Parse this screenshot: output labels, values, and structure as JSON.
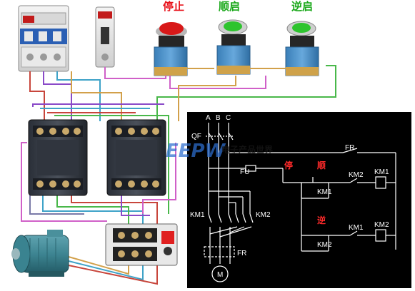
{
  "buttons": [
    {
      "label": "停止",
      "color": "#e8141c",
      "cap": "#d81818"
    },
    {
      "label": "顺启",
      "color": "#19a819",
      "cap": "#2ec42e"
    },
    {
      "label": "逆启",
      "color": "#19a819",
      "cap": "#2ec42e"
    }
  ],
  "schematic": {
    "phases": [
      "A",
      "B",
      "C"
    ],
    "breaker": "QF",
    "fuse": "FU",
    "overload": "FR",
    "contactor_fwd": "KM1",
    "contactor_rev": "KM2",
    "motor": "M",
    "stop_label": "停",
    "fwd_label": "顺",
    "rev_label": "逆",
    "coil_km1": "KM1",
    "coil_km2": "KM2",
    "interlock_km1": "KM1",
    "interlock_km2": "KM2",
    "seal_km1": "KM1",
    "seal_km2": "KM2",
    "left_km1": "KM1",
    "right_km2": "KM2",
    "fr_bottom": "FR",
    "fr_top": "FR"
  },
  "watermark": {
    "logo": "EEPW",
    "text": "电子产品世界"
  }
}
